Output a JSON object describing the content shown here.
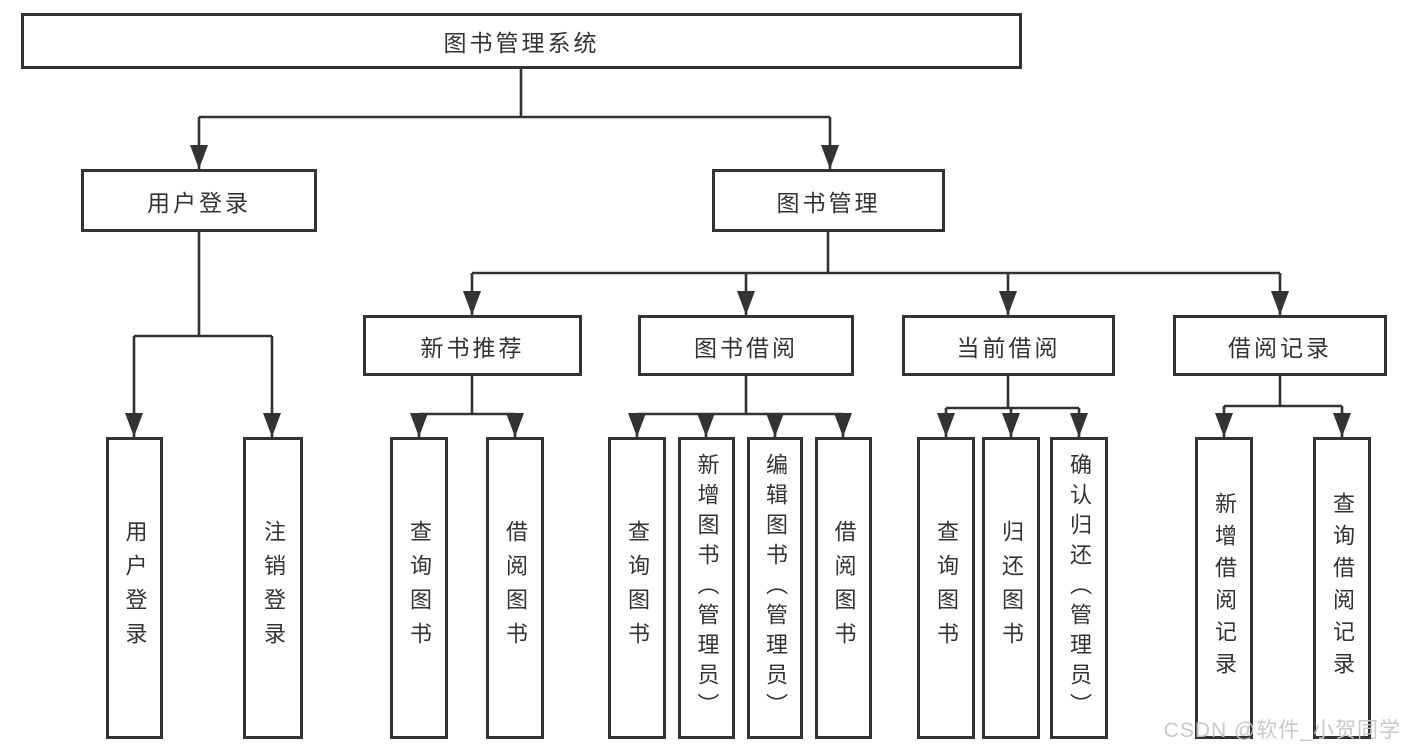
{
  "diagram_title": "图书管理系统",
  "nodes": {
    "root": {
      "label": "图书管理系统"
    },
    "user_login": {
      "label": "用户登录"
    },
    "book_mgmt": {
      "label": "图书管理"
    },
    "new_books": {
      "label": "新书推荐"
    },
    "book_borrow": {
      "label": "图书借阅"
    },
    "current_borrow": {
      "label": "当前借阅"
    },
    "borrow_records": {
      "label": "借阅记录"
    },
    "leaves": {
      "login": [
        {
          "label": "用户登录"
        },
        {
          "label": "注销登录"
        }
      ],
      "recommend": [
        {
          "label": "查询图书"
        },
        {
          "label": "借阅图书"
        }
      ],
      "borrow": [
        {
          "label": "查询图书"
        },
        {
          "label": "新增图书（管理员）"
        },
        {
          "label": "编辑图书（管理员）"
        },
        {
          "label": "借阅图书"
        }
      ],
      "current": [
        {
          "label": "查询图书"
        },
        {
          "label": "归还图书"
        },
        {
          "label": "确认归还（管理员）"
        }
      ],
      "records": [
        {
          "label": "新增借阅记录"
        },
        {
          "label": "查询借阅记录"
        }
      ]
    }
  },
  "watermark": {
    "text": "CSDN @软件_小贺同学"
  },
  "colors": {
    "line": "#333333",
    "text": "#333333",
    "background": "#ffffff",
    "watermark": "#c6c6c6"
  }
}
